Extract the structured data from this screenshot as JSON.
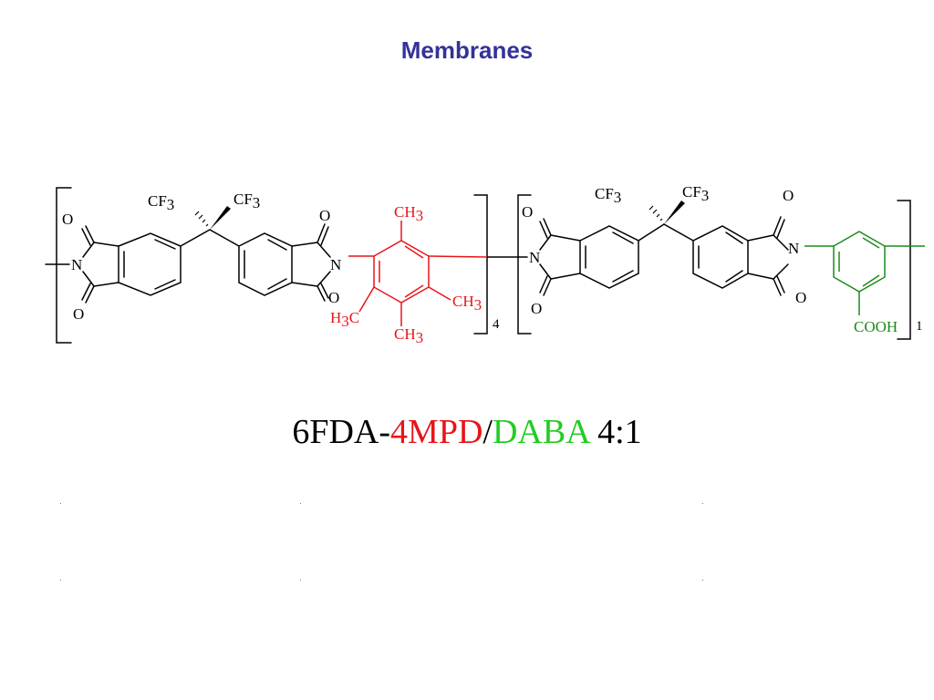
{
  "slide": {
    "title": "Membranes",
    "title_color": "#333399"
  },
  "colors": {
    "black": "#000000",
    "diamine_a": "#e8141a",
    "diamine_b_structure": "#1a8a1a",
    "diamine_b_formula": "#22cc22"
  },
  "structure": {
    "o": "O",
    "n": "N",
    "cf": "CF",
    "ch": "CH",
    "h": "H",
    "c": "C",
    "sub3": "3",
    "cooh": "COOH",
    "repeat_a": "4",
    "repeat_b": "1"
  },
  "formula": {
    "dianhydride": "6FDA-",
    "diamine_a": "4MPD",
    "slash": "/",
    "diamine_b": "DABA",
    "ratio": " 4:1"
  }
}
